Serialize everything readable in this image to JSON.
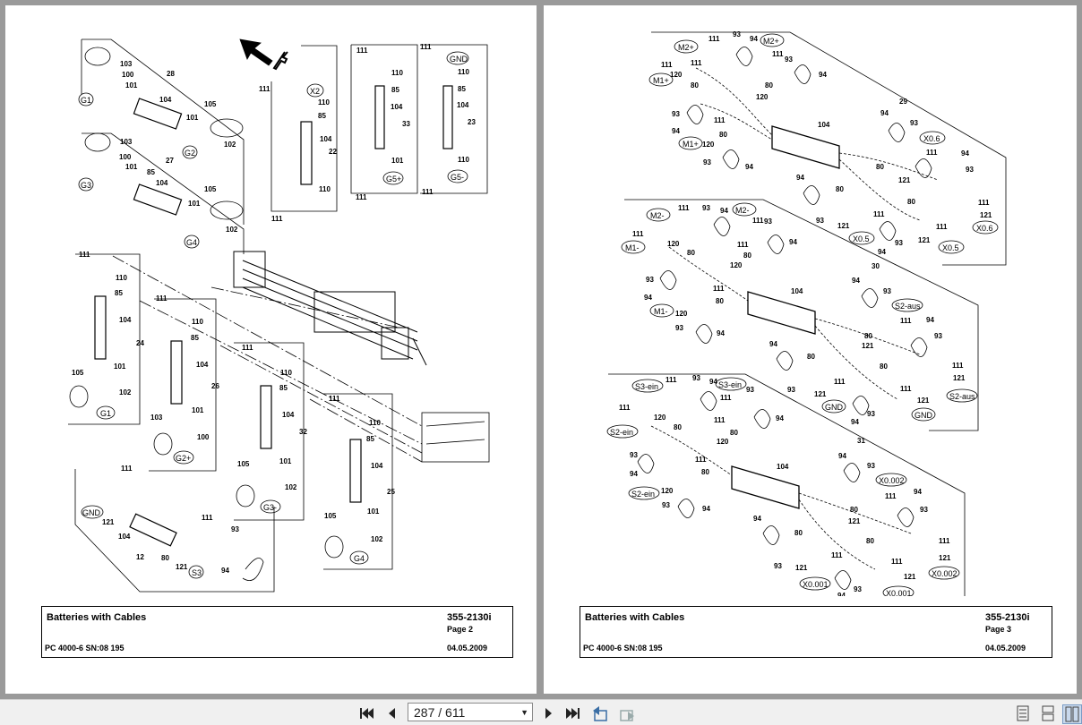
{
  "document": {
    "pages": [
      {
        "title": "Batteries with Cables",
        "number": "355-2130i",
        "page_label": "Page 2",
        "model": "PC 4000-6 SN:08 195",
        "date": "04.05.2009",
        "callouts": {
          "batteries": [
            "G1",
            "G2",
            "G3",
            "G4",
            "G1",
            "G2+",
            "G3-",
            "G4",
            "GND",
            "S3"
          ],
          "clamps": [
            "X2",
            "G5+",
            "GND",
            "G5-"
          ],
          "parts": [
            "103",
            "101",
            "100",
            "104",
            "85",
            "105",
            "102",
            "28",
            "27",
            "111",
            "110",
            "22",
            "33",
            "23",
            "24",
            "26",
            "32",
            "25",
            "12",
            "121",
            "80",
            "93",
            "94"
          ],
          "arrow": "F"
        }
      },
      {
        "title": "Batteries with Cables",
        "number": "355-2130i",
        "page_label": "Page 3",
        "model": "PC 4000-6 SN:08 195",
        "date": "04.05.2009",
        "callouts": {
          "group_29": [
            "M2+",
            "M2+",
            "M1+",
            "M1+",
            "X0.6",
            "X0.6",
            "X0.5",
            "X0.5"
          ],
          "group_30": [
            "M2-",
            "M2-",
            "M1-",
            "M1-",
            "S2-aus",
            "S2-aus",
            "GND",
            "GND"
          ],
          "group_31": [
            "S3-ein",
            "S3-ein",
            "S2-ein",
            "S2-ein",
            "X0.002",
            "X0.002",
            "X0.001",
            "X0.001"
          ],
          "parts": [
            "111",
            "93",
            "94",
            "120",
            "80",
            "104",
            "121",
            "29",
            "30",
            "31"
          ]
        }
      }
    ]
  },
  "toolbar": {
    "page_indicator": "287 / 611",
    "icons": [
      "first-page-icon",
      "prev-page-icon",
      "next-page-icon",
      "last-page-icon",
      "go-back-icon",
      "go-forward-icon",
      "single-page-view-icon",
      "continuous-view-icon",
      "two-page-view-icon"
    ]
  }
}
